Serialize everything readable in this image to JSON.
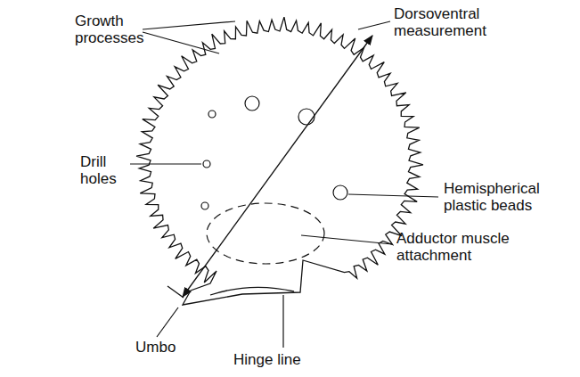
{
  "diagram": {
    "labels": [
      "Growth processes",
      "Dorsoventral measurement",
      "Drill holes",
      "Hemispherical plastic beads",
      "Adductor muscle attachment",
      "Umbo",
      "Hinge line"
    ]
  }
}
